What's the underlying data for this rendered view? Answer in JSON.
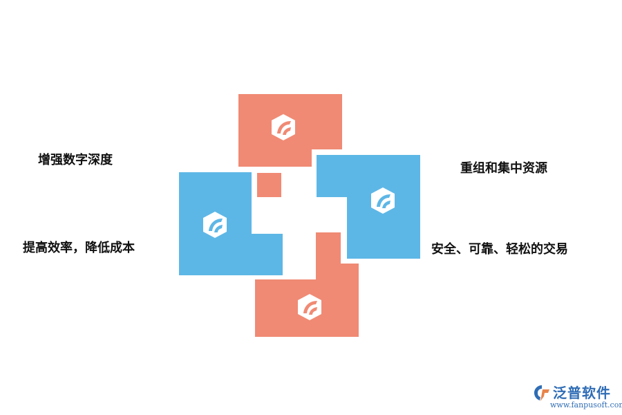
{
  "labels": {
    "top_left": "增强数字深度",
    "mid_left": "提高效率，降低成本",
    "top_right": "重组和集中资源",
    "mid_right": "安全、可靠、轻松的交易"
  },
  "blocks": [
    {
      "name": "top",
      "color_key": "orange",
      "icon": "logo-hex-icon"
    },
    {
      "name": "right",
      "color_key": "blue",
      "icon": "logo-hex-icon"
    },
    {
      "name": "bottom",
      "color_key": "orange",
      "icon": "logo-hex-icon"
    },
    {
      "name": "left",
      "color_key": "blue",
      "icon": "logo-hex-icon"
    }
  ],
  "colors": {
    "orange": "#f08a74",
    "blue": "#5db7e6",
    "text": "#111111",
    "brand_blue": "#2f6db5",
    "brand_orange": "#e8844a"
  },
  "brand": {
    "name": "泛普软件",
    "url": "www.fanpusoft.com",
    "icon": "fanpu-logo-icon"
  }
}
